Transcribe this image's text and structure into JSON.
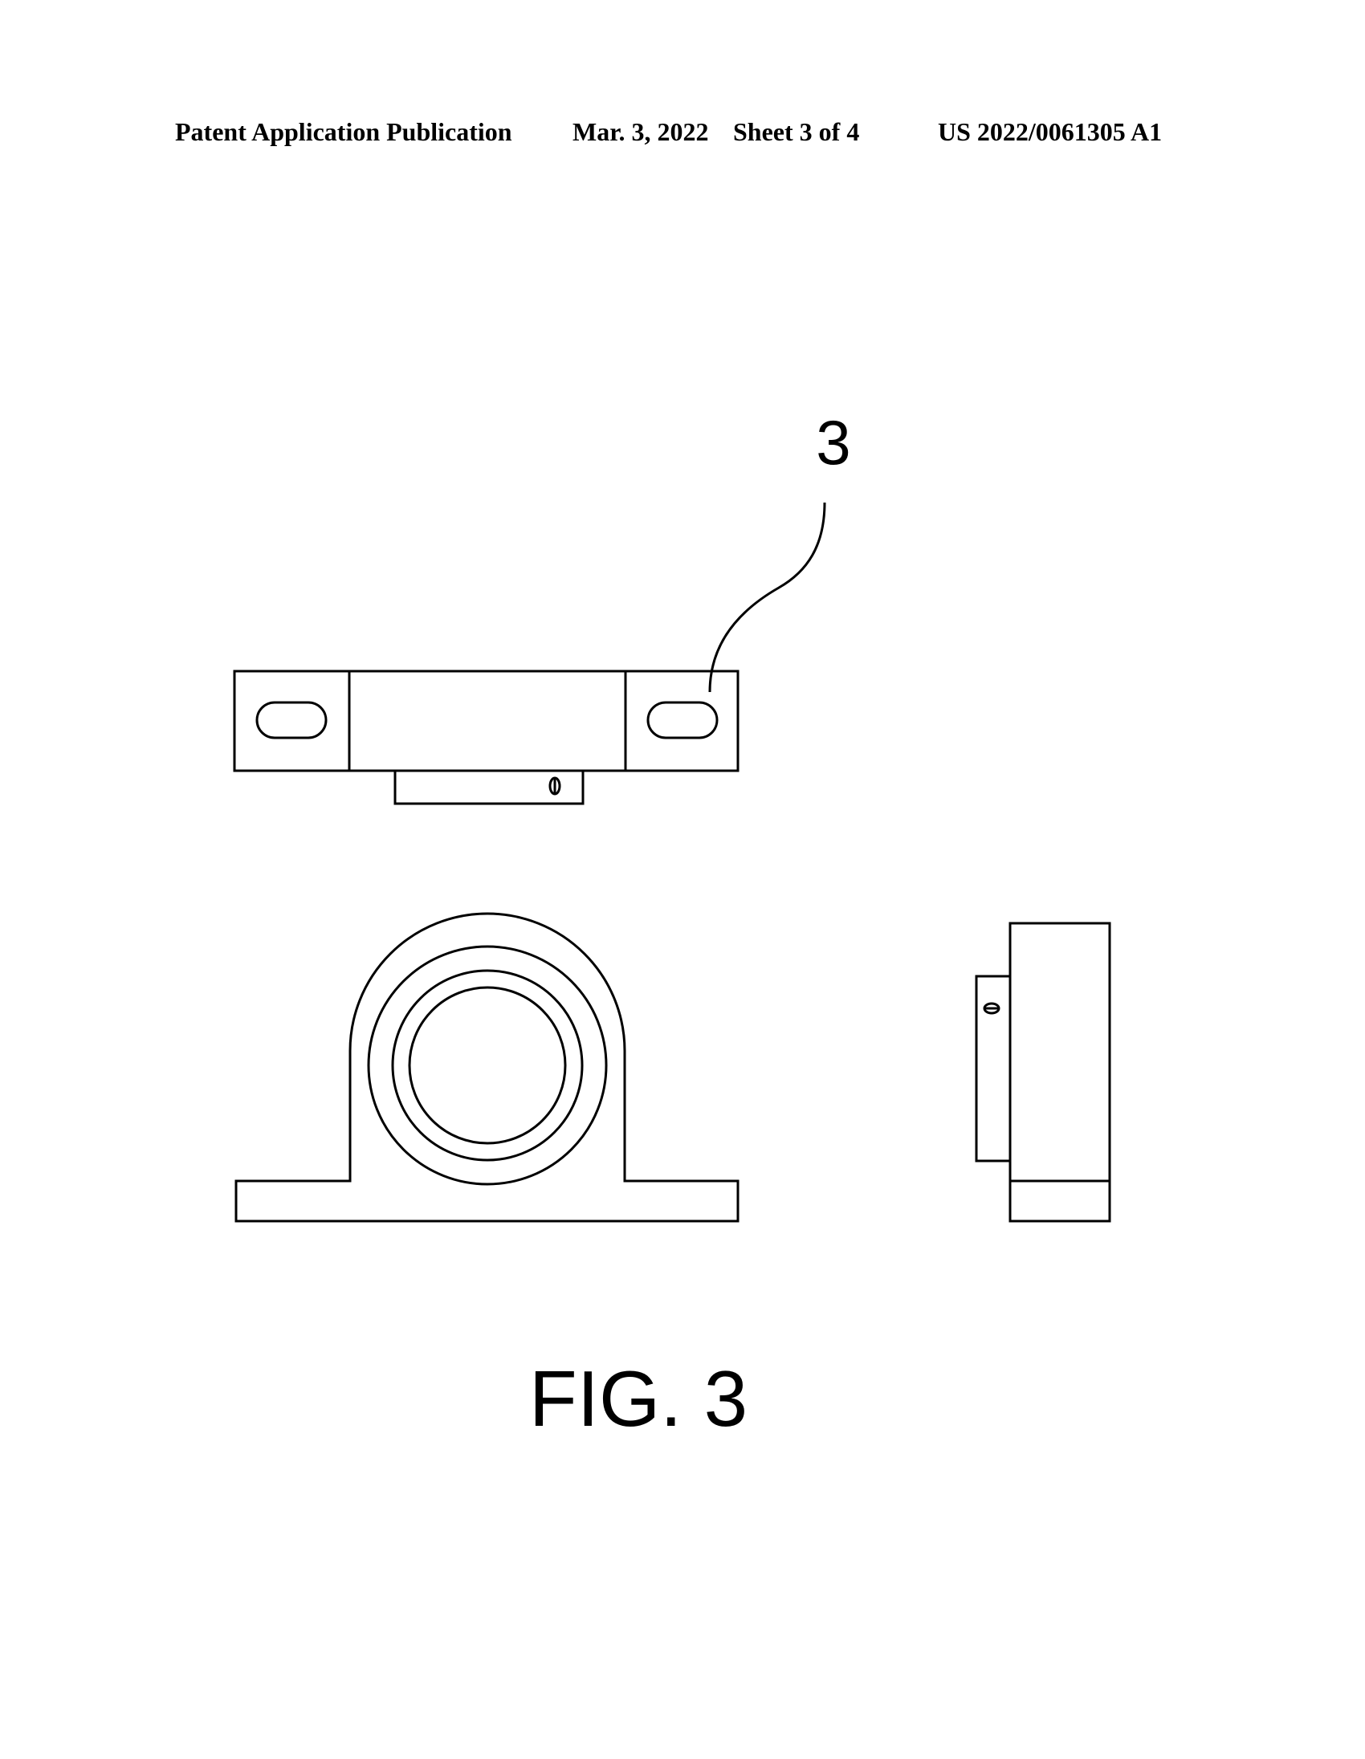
{
  "header": {
    "title": "Patent Application Publication",
    "date": "Mar. 3, 2022",
    "sheet": "Sheet 3 of 4",
    "pub_number": "US 2022/0061305 A1"
  },
  "figure": {
    "reference_numeral": "3",
    "caption": "FIG. 3"
  },
  "colors": {
    "line": "#000000",
    "background": "#ffffff"
  }
}
